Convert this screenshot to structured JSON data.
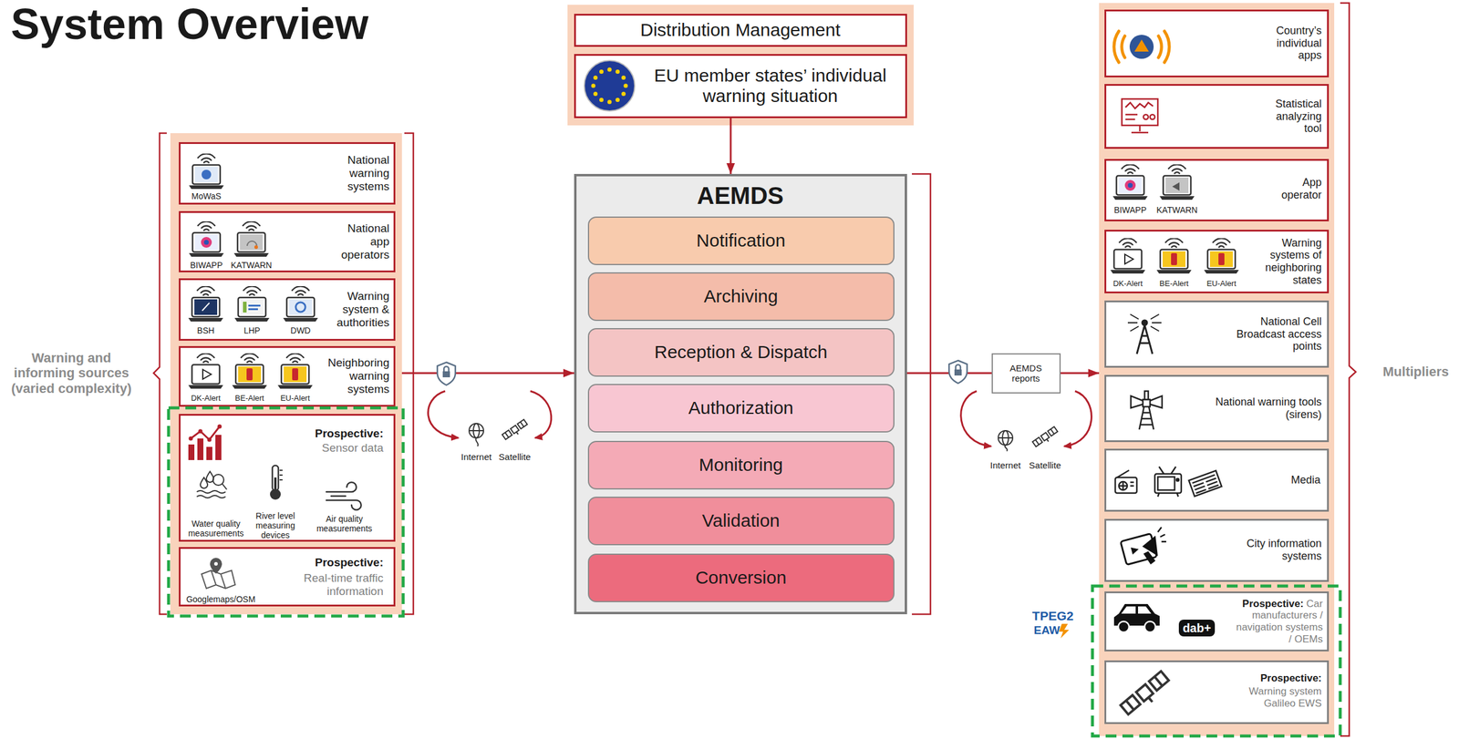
{
  "diagram": {
    "title": "System Overview",
    "nodes": [
      {
        "text": [
          "Distribution Management"
        ]
      },
      {
        "text": [
          "EU member states’ individual warning situation"
        ]
      },
      {
        "text": [
          "AEMDS"
        ]
      },
      {
        "text": [
          "Notification"
        ],
        "in": 2
      },
      {
        "text": [
          "Archiving"
        ],
        "in": 2
      },
      {
        "text": [
          "Reception & Dispatch"
        ],
        "in": 2
      },
      {
        "text": [
          "Authorization"
        ],
        "in": 2
      },
      {
        "text": [
          "Monitoring"
        ],
        "in": 2
      },
      {
        "text": [
          "Validation"
        ],
        "in": 2
      },
      {
        "text": [
          "Conversion"
        ],
        "in": 2
      },
      {
        "text": [
          "Warning and informing sources (varied complexity)"
        ]
      },
      {
        "text": [
          "National warning systems",
          "MoWaS"
        ],
        "in": 10
      },
      {
        "text": [
          "National app operators",
          "BIWAPP",
          "KATWARN"
        ],
        "in": 10
      },
      {
        "text": [
          "Warning system & authorities",
          "BSH",
          "LHP",
          "DWD"
        ],
        "in": 10
      },
      {
        "text": [
          "Neighboring warning systems",
          "DK-Alert",
          "BE-Alert",
          "EU-Alert"
        ],
        "in": 10
      },
      {
        "text": [
          "Prospective:",
          "Sensor data",
          "Water quality measurements",
          "River level measuring devices",
          "Air quality measurements"
        ],
        "in": 10
      },
      {
        "text": [
          "Prospective:",
          "Real-time traffic information",
          "Googlemaps/OSM"
        ],
        "in": 10
      },
      {
        "text": [
          "AEMDS reports"
        ]
      },
      {
        "text": [
          "Multipliers"
        ]
      },
      {
        "text": [
          "Country’s individual apps"
        ],
        "in": 18
      },
      {
        "text": [
          "Statistical analyzing tool"
        ],
        "in": 18
      },
      {
        "text": [
          "App operator",
          "BIWAPP",
          "KATWARN"
        ],
        "in": 18
      },
      {
        "text": [
          "Warning systems of neighboring states",
          "DK-Alert",
          "BE-Alert",
          "EU-Alert"
        ],
        "in": 18
      },
      {
        "text": [
          "National Cell Broadcast access points"
        ],
        "in": 18
      },
      {
        "text": [
          "National warning tools (sirens)"
        ],
        "in": 18
      },
      {
        "text": [
          "Media"
        ],
        "in": 18
      },
      {
        "text": [
          "City information systems"
        ],
        "in": 18
      },
      {
        "text": [
          "Prospective:",
          "Car manufacturers / navigation systems / OEMs"
        ],
        "in": 18
      },
      {
        "text": [
          "Prospective:",
          "Warning system Galileo EWS"
        ],
        "in": 18
      }
    ],
    "edges": [
      {
        "from": 1,
        "to": 2,
        "arrow": "to"
      },
      {
        "from": 10,
        "to": 2,
        "arrow": "to"
      },
      {
        "from": 2,
        "to": 17,
        "arrow": "none"
      },
      {
        "from": 17,
        "to": 18,
        "arrow": "to"
      }
    ],
    "labels": [
      "Internet",
      "Satellite",
      "Internet",
      "Satellite",
      "TPEG2",
      "EAW",
      "dab+"
    ]
  }
}
